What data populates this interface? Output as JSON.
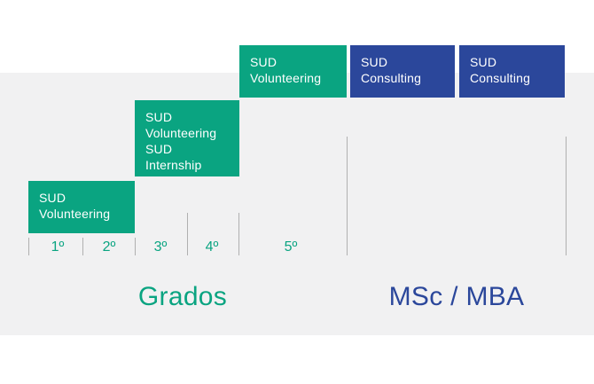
{
  "colors": {
    "green": "#0aa481",
    "blue": "#2b479b",
    "band_gray": "#f1f1f2",
    "tick_gray": "#b0b0b0",
    "box_text_white": "#ffffff"
  },
  "boxes": [
    {
      "name": "grados-years-1-2-box",
      "lines": [
        "SUD",
        "Volunteering"
      ]
    },
    {
      "name": "grados-years-3-4-box",
      "lines": [
        "SUD",
        "Volunteering",
        "SUD",
        "Internship"
      ]
    },
    {
      "name": "grados-year-5-box",
      "lines": [
        "SUD",
        "Volunteering"
      ]
    },
    {
      "name": "msc-mba-box-1",
      "lines": [
        "SUD",
        "Consulting"
      ]
    },
    {
      "name": "msc-mba-box-2",
      "lines": [
        "SUD",
        "Consulting"
      ]
    }
  ],
  "axis": {
    "year_labels": [
      "1º",
      "2º",
      "3º",
      "4º",
      "5º"
    ]
  },
  "sections": {
    "grados_label": "Grados",
    "msc_mba_label": "MSc / MBA"
  }
}
